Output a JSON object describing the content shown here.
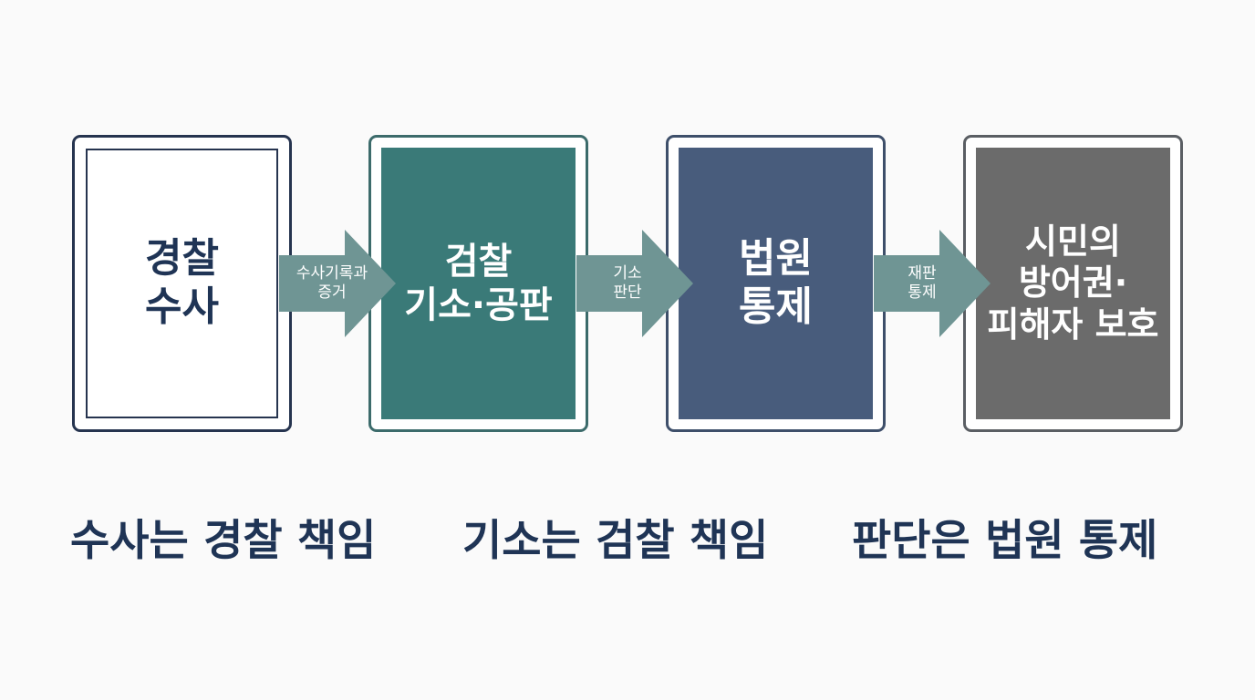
{
  "stages": [
    {
      "lines": [
        "경찰",
        "수사"
      ]
    },
    {
      "lines": [
        "검찰",
        "기소·공판"
      ]
    },
    {
      "lines": [
        "법원",
        "통제"
      ]
    },
    {
      "lines": [
        "시민의",
        "방어권·",
        "피해자 보호"
      ]
    }
  ],
  "arrows": [
    {
      "lines": [
        "수사기록과",
        "증거"
      ]
    },
    {
      "lines": [
        "기소",
        "판단"
      ]
    },
    {
      "lines": [
        "재판",
        "통제"
      ]
    }
  ],
  "captions": [
    "수사는 경찰 책임",
    "기소는 검찰 책임",
    "판단은 법원 통제"
  ],
  "colors": {
    "navy": "#1f3455",
    "teal": "#3a7a78",
    "slate_blue": "#485c7c",
    "gray": "#6b6b6b",
    "arrow": "#6f9594",
    "background": "#fafafa"
  }
}
